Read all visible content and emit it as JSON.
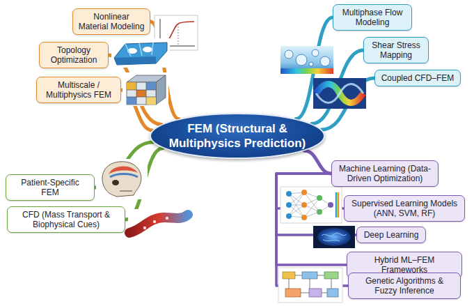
{
  "diagram": {
    "nodes": [
      {
        "text": [
          "FEM (Structural & Multiphysics Prediction)"
        ]
      },
      {
        "text": [
          "Nonlinear Material Modeling"
        ]
      },
      {
        "text": [
          "Topology Optimization"
        ]
      },
      {
        "text": [
          "Multiscale / Multiphysics FEM"
        ]
      },
      {
        "text": [
          "Multiphase Flow Modeling"
        ]
      },
      {
        "text": [
          "Shear Stress Mapping"
        ]
      },
      {
        "text": [
          "Coupled CFD–FEM"
        ]
      },
      {
        "text": [
          "Patient-Specific FEM"
        ]
      },
      {
        "text": [
          "CFD (Mass Transport & Biophysical Cues)"
        ]
      },
      {
        "text": [
          "Machine Learning (Data-Driven Optimization)"
        ]
      },
      {
        "text": [
          "Supervised Learning Models (ANN, SVM, RF)"
        ]
      },
      {
        "text": [
          "Deep Learning"
        ]
      },
      {
        "text": [
          "Hybrid ML–FEM Frameworks"
        ]
      },
      {
        "text": [
          "Genetic Algorithms & Fuzzy Inference"
        ]
      }
    ],
    "edges": [
      {
        "from": 0,
        "to": 1,
        "arrow": "none"
      },
      {
        "from": 0,
        "to": 2,
        "arrow": "none"
      },
      {
        "from": 0,
        "to": 3,
        "arrow": "none"
      },
      {
        "from": 0,
        "to": 4,
        "arrow": "none"
      },
      {
        "from": 0,
        "to": 5,
        "arrow": "none"
      },
      {
        "from": 0,
        "to": 6,
        "arrow": "none"
      },
      {
        "from": 0,
        "to": 7,
        "arrow": "none"
      },
      {
        "from": 0,
        "to": 8,
        "arrow": "none"
      },
      {
        "from": 0,
        "to": 9,
        "arrow": "none"
      },
      {
        "from": 9,
        "to": 10,
        "arrow": "none"
      },
      {
        "from": 9,
        "to": 11,
        "arrow": "none"
      },
      {
        "from": 9,
        "to": 12,
        "arrow": "none"
      },
      {
        "from": 9,
        "to": 13,
        "arrow": "none"
      }
    ]
  }
}
